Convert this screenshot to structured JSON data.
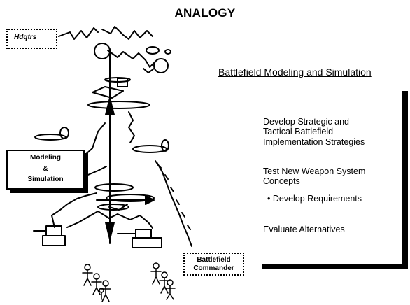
{
  "title": "ANALOGY",
  "hdqtrs_label": "Hdqtrs",
  "modeling_box": {
    "line1": "Modeling",
    "line2": "&",
    "line3": "Simulation"
  },
  "commander_box": {
    "line1": "Battlefield",
    "line2": "Commander"
  },
  "right_heading": "Battlefield Modeling and Simulation",
  "panel": {
    "item1": [
      "Develop Strategic and",
      "Tactical Battlefield",
      "Implementation Strategies"
    ],
    "item2": [
      "Test New Weapon System",
      "Concepts"
    ],
    "item2_bullet": "• Develop Requirements",
    "item3": "Evaluate Alternatives"
  }
}
